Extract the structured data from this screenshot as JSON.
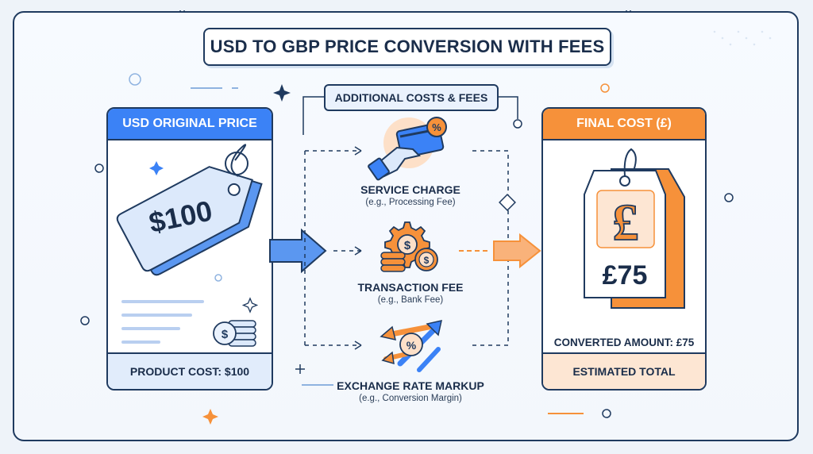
{
  "title": "USD TO GBP PRICE CONVERSION WITH FEES",
  "usd_card": {
    "header": "USD ORIGINAL PRICE",
    "price": "$100",
    "footer": "PRODUCT COST: $100"
  },
  "fees": {
    "label": "ADDITIONAL COSTS & FEES",
    "items": [
      {
        "title": "SERVICE CHARGE",
        "subtitle": "(e.g., Processing Fee)",
        "icon": "credit-card-icon"
      },
      {
        "title": "TRANSACTION FEE",
        "subtitle": "(e.g., Bank Fee)",
        "icon": "coins-gear-icon"
      },
      {
        "title": "EXCHANGE RATE MARKUP",
        "subtitle": "(e.g., Conversion Margin)",
        "icon": "exchange-arrows-icon"
      }
    ]
  },
  "gbp_card": {
    "header": "FINAL COST (£)",
    "symbol": "£",
    "price": "£75",
    "converted": "CONVERTED AMOUNT: £75",
    "footer": "ESTIMATED TOTAL"
  },
  "colors": {
    "usd_accent": "#3b82f6",
    "gbp_accent": "#f6913a",
    "outline": "#1f3a5f"
  }
}
